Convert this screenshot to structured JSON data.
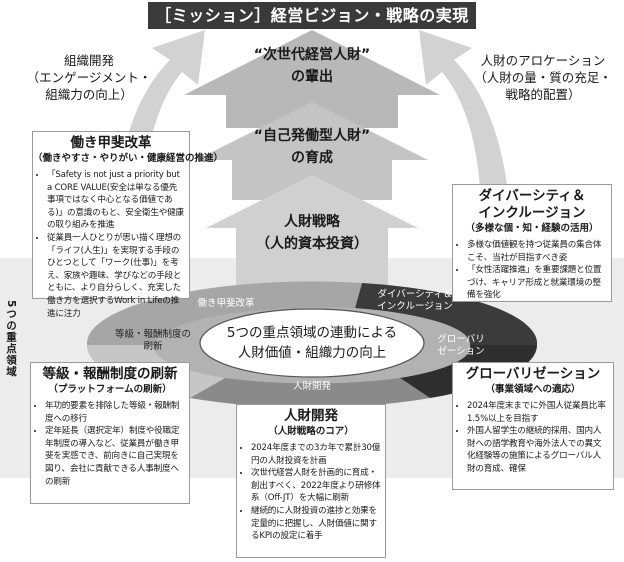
{
  "title": "［ミッション］経営ビジョン・戦略の実現",
  "stages": {
    "top": "“次世代経営人財”\nの輩出",
    "middle": "“自己発働型人財”\nの育成",
    "bottom": "人財戦略\n（人的資本投資）"
  },
  "side_arrows": {
    "left": "組織開発\n（エンゲージメント・\n組織力の向上）",
    "right": "人財のアロケーション\n（人財の量・質の充足・\n戦略的配置）"
  },
  "vertical_label": "5つの重点領域",
  "center_text": "5つの重点領域の連動による\n人財価値・組織力の向上",
  "ring_labels": {
    "work": "働き甲斐改革",
    "diversity": "ダイバーシティ＆\nインクルージョン",
    "global": "グローバリ\nゼーション",
    "hr_dev": "人財開発",
    "grade": "等級・報酬制度の\n刷新"
  },
  "boxes": {
    "work": {
      "title": "働き甲斐改革",
      "subtitle": "（働きやすさ・やりがい・健康経営の推進）",
      "bullets": [
        "「Safety is not just a priority but a CORE VALUE(安全は単なる優先事項ではなく中心となる価値である)」の意識のもと、安全衛生や健康の取り組みを推進",
        "従業員一人ひとりが思い描く理想の「ライフ(人生)」を実現する手段のひとつとして「ワーク(仕事)」を考え、家族や趣味、学びなどの手段とともに、より自分らしく、充実した働き方を選択するWork in Lifeの推進に注力"
      ]
    },
    "diversity": {
      "title": "ダイバーシティ＆\nインクルージョン",
      "subtitle": "（多様な個・知・経験の活用）",
      "bullets": [
        "多様な価値観を持つ従業員の集合体こそ、当社が目指すべき姿",
        "「女性活躍推進」を重要課題と位置づけ、キャリア形成と就業環境の整備を強化"
      ]
    },
    "grade": {
      "title": "等級・報酬制度の刷新",
      "subtitle": "（プラットフォームの刷新）",
      "bullets": [
        "年功的要素を排除した等級・報酬制度への移行",
        "定年延長（選択定年）制度や役職定年制度の導入など、従業員が働き甲斐を実感でき、前向きに自己実現を図り、会社に貢献できる人事制度への刷新"
      ]
    },
    "hr_dev": {
      "title": "人財開発",
      "subtitle": "（人財戦略のコア）",
      "bullets": [
        "2024年度までの3カ年で累計30億円の人財投資を計画",
        "次世代経営人財を計画的に育成・創出すべく、2022年度より研修体系（Off-JT）を大幅に刷新",
        "継続的に人財投資の進捗と効果を定量的に把握し、人財価値に関するKPIの設定に着手"
      ]
    },
    "global": {
      "title": "グローバリゼーション",
      "subtitle": "（事業領域への適応）",
      "bullets": [
        "2024年度末までに外国人従業員比率1.5%以上を目指す",
        "外国人留学生の継続的採用、国内人財への語学教育や海外法人での異文化経験等の施策によるグローバル人財の育成、確保"
      ]
    }
  },
  "colors": {
    "title_bg": "#3a3a3a",
    "arrow_light": "#d2d2d2",
    "arrow_mid": "#b4b4b4",
    "band": "#ececec",
    "ring_dark": "#3b3b3b",
    "ring_mid": "#8a8a8a"
  }
}
